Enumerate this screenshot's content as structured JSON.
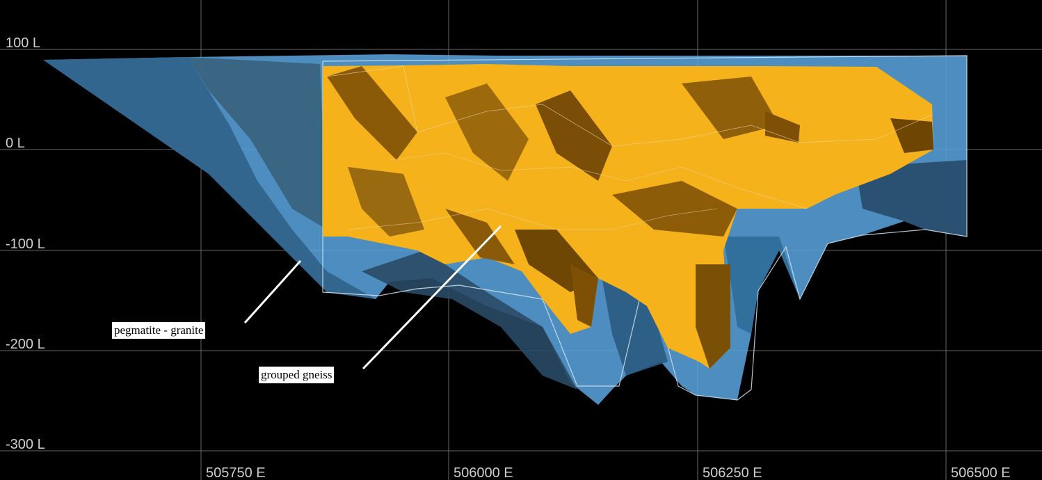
{
  "colors": {
    "background": "#000000",
    "pegmatite_granite": "#5aa6e0",
    "grouped_gneiss": "#f5b21a",
    "grid": "#8a8a8a",
    "label_text": "#cfcfcf"
  },
  "axes": {
    "y_labels": [
      "100 L",
      "0 L",
      "-100 L",
      "-200 L",
      "-300 L"
    ],
    "x_labels": [
      "505750 E",
      "506000 E",
      "506250 E",
      "506500 E"
    ]
  },
  "callouts": {
    "pegmatite": "pegmatite - granite",
    "gneiss": "grouped gneiss"
  }
}
